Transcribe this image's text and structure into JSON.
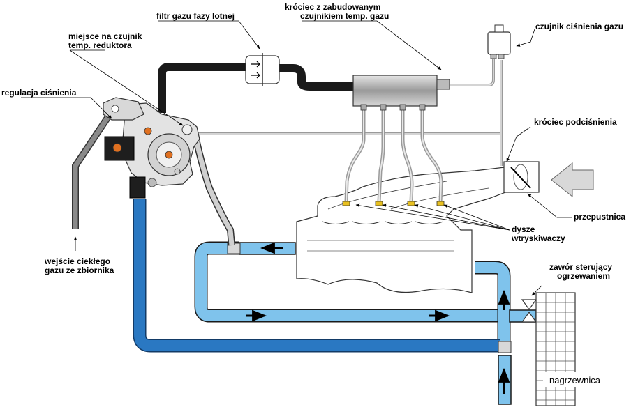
{
  "labels": {
    "filter": "filtr gazu fazy lotnej",
    "manifold_line1": "króciec z zabudowanym",
    "manifold_line2": "czujnikiem  temp. gazu",
    "pressure_sensor": "czujnik ciśnienia gazu",
    "temp_sensor_line1": "miejsce na czujnik",
    "temp_sensor_line2": "temp. reduktora",
    "pressure_reg": "regulacja ciśnienia",
    "vacuum": "króciec podciśnienia",
    "throttle": "przepustnica",
    "injectors_line1": "dysze",
    "injectors_line2": "wtryskiwaczy",
    "valve_line1": "zawór sterujący",
    "valve_line2": "ogrzewaniem",
    "inlet_line1": "wejście ciekłego",
    "inlet_line2": "gazu ze zbiornika",
    "heater": "nagrzewnica"
  },
  "colors": {
    "coolant": "#7fc3ec",
    "coolant_dark": "#2a78c2",
    "hose": "#1a1a1a",
    "metal": "#c8c8c8"
  }
}
